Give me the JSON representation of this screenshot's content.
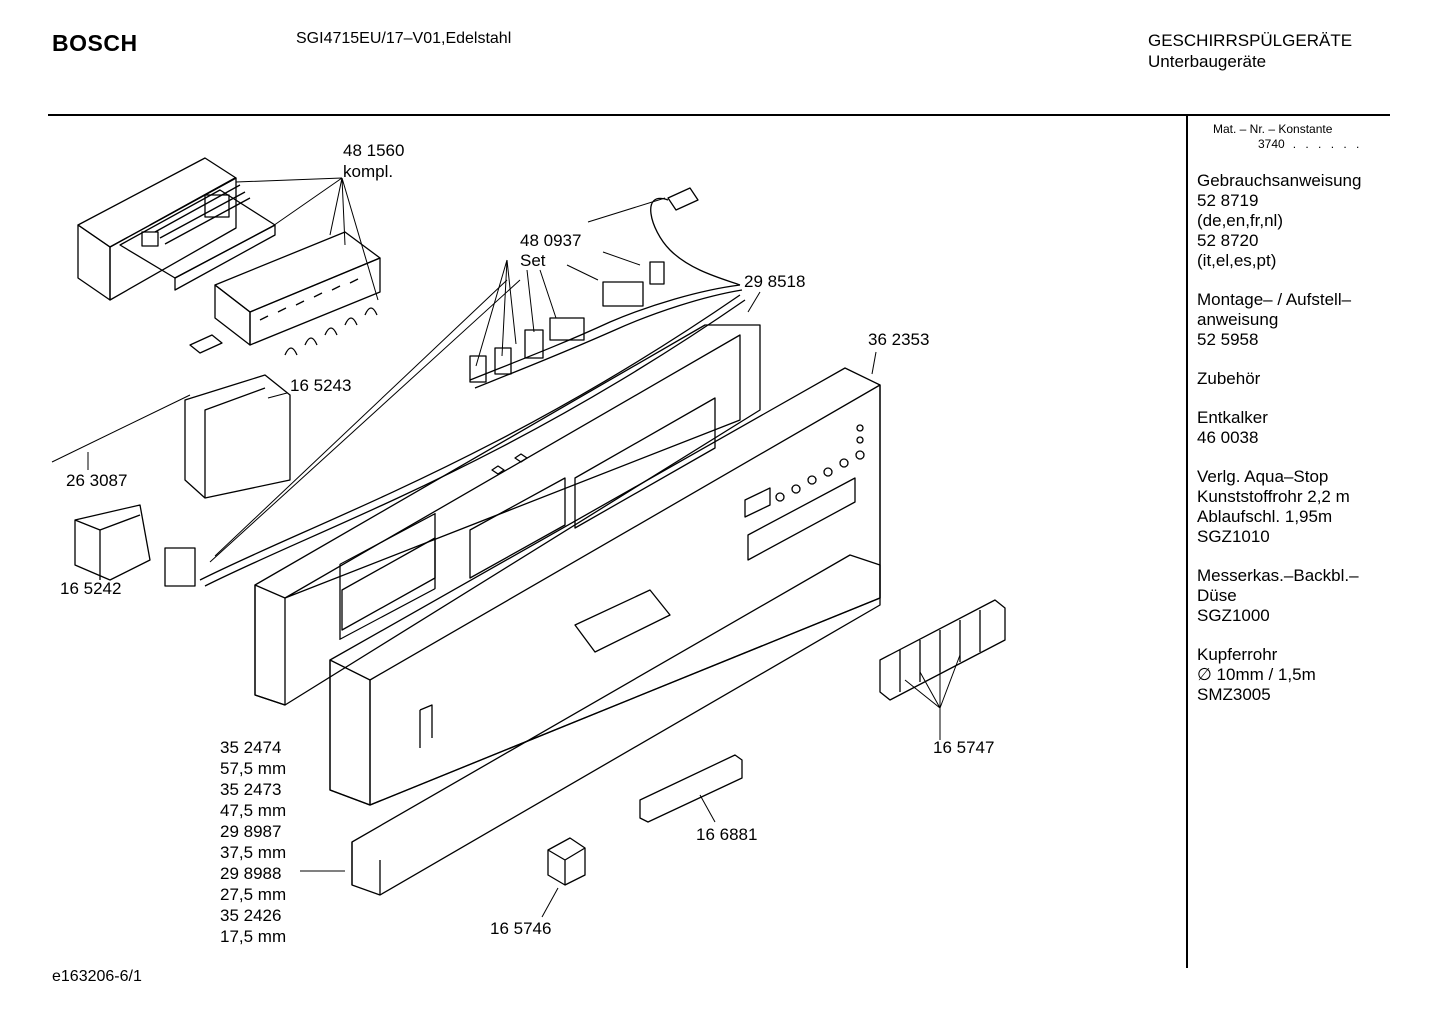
{
  "header": {
    "brand": "BOSCH",
    "model": "SGI4715EU/17–V01,Edelstahl",
    "category_line1": "GESCHIRRSPÜLGERÄTE",
    "category_line2": "Unterbaugeräte"
  },
  "sidebar": {
    "mat_label": "Mat. – Nr. – Konstante",
    "mat_value": "3740",
    "mat_dots": ". . . . . .",
    "blocks": [
      {
        "lines": [
          "Gebrauchsanweisung",
          "52 8719",
          "(de,en,fr,nl)",
          "52 8720",
          "(it,el,es,pt)"
        ]
      },
      {
        "lines": [
          "Montage– / Aufstell–",
          "anweisung",
          "52 5958"
        ]
      },
      {
        "lines": [
          "Zubehör"
        ]
      },
      {
        "lines": [
          "Entkalker",
          "46 0038"
        ]
      },
      {
        "lines": [
          "Verlg. Aqua–Stop",
          "Kunststoffrohr 2,2 m",
          "Ablaufschl. 1,95m",
          "SGZ1010"
        ]
      },
      {
        "lines": [
          "Messerkas.–Backbl.–",
          "Düse",
          "SGZ1000"
        ]
      },
      {
        "lines": [
          "Kupferrohr",
          "∅ 10mm / 1,5m",
          "SMZ3005"
        ]
      }
    ]
  },
  "parts": {
    "p481560": "48 1560",
    "p481560_sub": "kompl.",
    "p480937": "48 0937",
    "p480937_sub": "Set",
    "p298518": "29 8518",
    "p362353": "36 2353",
    "p165243": "16 5243",
    "p263087": "26 3087",
    "p165242": "16 5242",
    "p165747": "16 5747",
    "p166881": "16 6881",
    "p165746": "16 5746",
    "plinth": [
      "35 2474",
      "57,5 mm",
      "35 2473",
      "47,5 mm",
      "29 8987",
      "37,5 mm",
      "29 8988",
      "27,5 mm",
      "35 2426",
      "17,5 mm"
    ]
  },
  "footer": {
    "code": "e163206-6/1"
  }
}
